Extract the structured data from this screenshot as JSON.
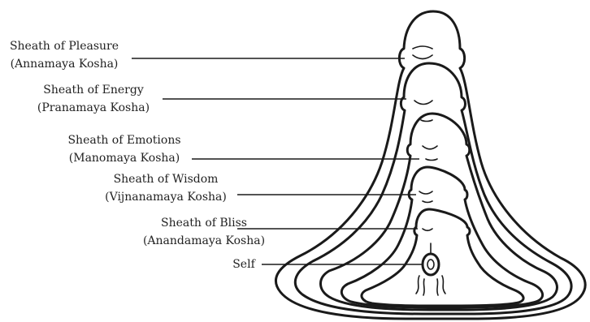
{
  "diagram": {
    "labels": [
      {
        "name": "Sheath of Pleasure",
        "sanskrit": "(Annamaya Kosha)"
      },
      {
        "name": "Sheath of Energy",
        "sanskrit": "(Pranamaya Kosha)"
      },
      {
        "name": "Sheath of Emotions",
        "sanskrit": "(Manomaya Kosha)"
      },
      {
        "name": "Sheath of Wisdom",
        "sanskrit": "(Vijnanamaya Kosha)"
      },
      {
        "name": "Sheath of Bliss",
        "sanskrit": "(Anandamaya Kosha)"
      },
      {
        "name": "Self"
      }
    ],
    "colors": {
      "ink": "#1a1a1a",
      "text": "#222222",
      "background": "#ffffff"
    }
  }
}
